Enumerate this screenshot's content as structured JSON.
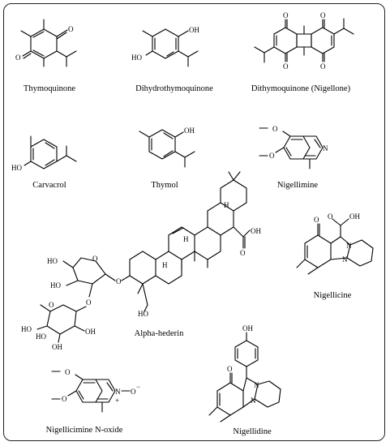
{
  "compounds": [
    {
      "name": "Thymoquinone"
    },
    {
      "name": "Dihydrothymoquinone"
    },
    {
      "name": "Dithymoquinone (Nigellone)"
    },
    {
      "name": "Carvacrol"
    },
    {
      "name": "Thymol"
    },
    {
      "name": "Nigellimine"
    },
    {
      "name": "Alpha-hederin"
    },
    {
      "name": "Nigellicine"
    },
    {
      "name": "Nigellicimine N-oxide"
    },
    {
      "name": "Nigellidine"
    }
  ],
  "atoms": {
    "o": "O",
    "oh": "OH",
    "ho": "HO",
    "n": "N",
    "h": "H",
    "n_plus": "N",
    "o_minus": "O",
    "plus": "+",
    "minus": "−"
  }
}
